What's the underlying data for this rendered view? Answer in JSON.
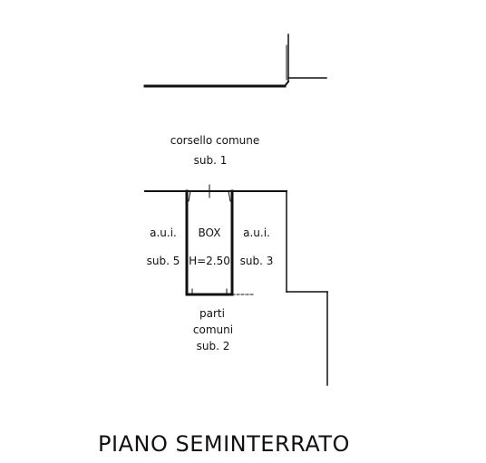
{
  "labels": {
    "corsello_line1": "corsello comune",
    "corsello_line2": "sub. 1",
    "aui_left_line1": "a.u.i.",
    "aui_left_line2": "sub. 5",
    "box_line1": "BOX",
    "box_line2": "H=2.50",
    "aui_right_line1": "a.u.i.",
    "aui_right_line2": "sub. 3",
    "parti_line1": "parti",
    "parti_line2": "comuni",
    "parti_line3": "sub. 2"
  },
  "title": "PIANO SEMINTERRATO",
  "colors": {
    "line": "#111111",
    "background": "#ffffff"
  }
}
